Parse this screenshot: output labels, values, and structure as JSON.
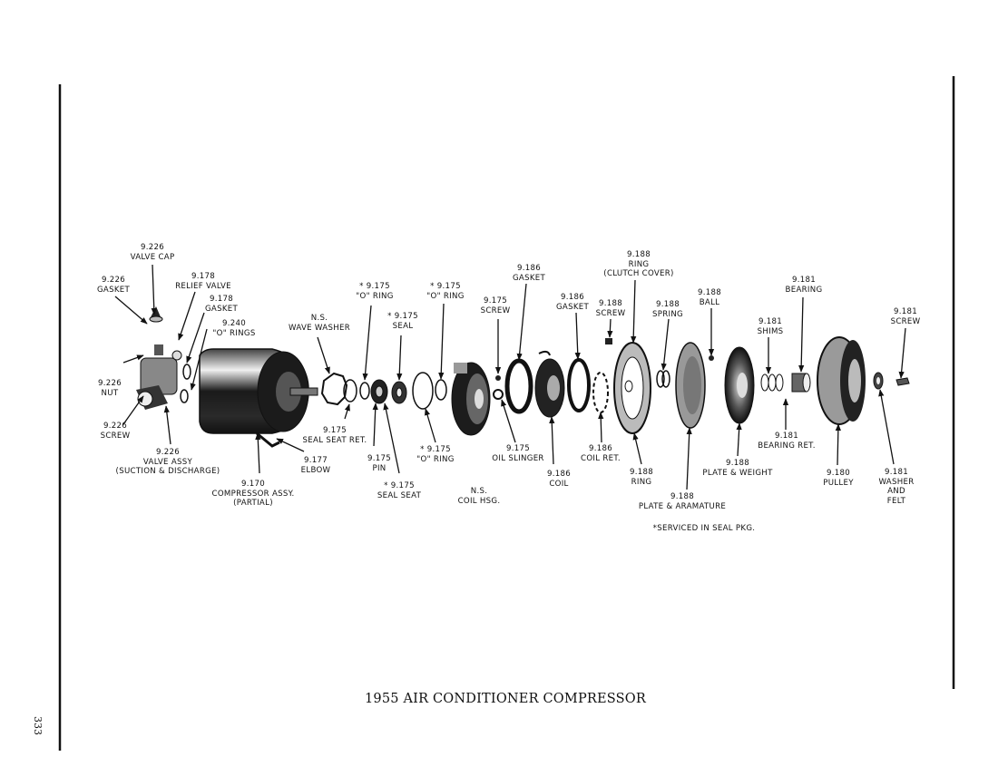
{
  "page_number": "333",
  "caption": "1955 AIR CONDITIONER COMPRESSOR",
  "footnote": "*SERVICED IN SEAL PKG.",
  "labels": {
    "valve_cap": [
      "9.226",
      "VALVE CAP"
    ],
    "gasket_9226": [
      "9.226",
      "GASKET"
    ],
    "relief_valve": [
      "9.178",
      "RELIEF VALVE"
    ],
    "gasket_9178": [
      "9.178",
      "GASKET"
    ],
    "o_rings_9240": [
      "9.240",
      "\"O\" RINGS"
    ],
    "nut": [
      "9.226",
      "NUT"
    ],
    "screw_9226": [
      "9.226",
      "SCREW"
    ],
    "valve_assy": [
      "9.226",
      "VALVE ASSY",
      "(SUCTION & DISCHARGE)"
    ],
    "compressor_assy": [
      "9.170",
      "COMPRESSOR ASSY.",
      "(PARTIAL)"
    ],
    "elbow": [
      "9.177",
      "ELBOW"
    ],
    "wave_washer": [
      "N.S.",
      "WAVE WASHER"
    ],
    "seal_seat_ret": [
      "9.175",
      "SEAL SEAT RET."
    ],
    "o_ring_a": [
      "* 9.175",
      "\"O\" RING"
    ],
    "seal": [
      "* 9.175",
      "SEAL"
    ],
    "pin": [
      "9.175",
      "PIN"
    ],
    "seal_seat": [
      "* 9.175",
      "SEAL SEAT"
    ],
    "o_ring_b": [
      "* 9.175",
      "\"O\" RING"
    ],
    "o_ring_c": [
      "* 9.175",
      "\"O\" RING"
    ],
    "screw_9175": [
      "9.175",
      "SCREW"
    ],
    "oil_slinger": [
      "9.175",
      "OIL SLINGER"
    ],
    "coil_hsg": [
      "N.S.",
      "COIL HSG."
    ],
    "gasket_9186_a": [
      "9.186",
      "GASKET"
    ],
    "gasket_9186_b": [
      "9.186",
      "GASKET"
    ],
    "coil": [
      "9.186",
      "COIL"
    ],
    "coil_ret": [
      "9.186",
      "COIL RET."
    ],
    "ring_clutch_cover": [
      "9.188",
      "RING",
      "(CLUTCH COVER)"
    ],
    "screw_9188": [
      "9.188",
      "SCREW"
    ],
    "spring": [
      "9.188",
      "SPRING"
    ],
    "ball": [
      "9.188",
      "BALL"
    ],
    "ring_9188": [
      "9.188",
      "RING"
    ],
    "plate_armature": [
      "9.188",
      "PLATE & ARAMATURE"
    ],
    "plate_weight": [
      "9.188",
      "PLATE & WEIGHT"
    ],
    "bearing": [
      "9.181",
      "BEARING"
    ],
    "shims": [
      "9.181",
      "SHIMS"
    ],
    "bearing_ret": [
      "9.181",
      "BEARING RET."
    ],
    "pulley": [
      "9.180",
      "PULLEY"
    ],
    "screw_9181": [
      "9.181",
      "SCREW"
    ],
    "washer_felt": [
      "9.181",
      "WASHER",
      "AND",
      "FELT"
    ]
  }
}
